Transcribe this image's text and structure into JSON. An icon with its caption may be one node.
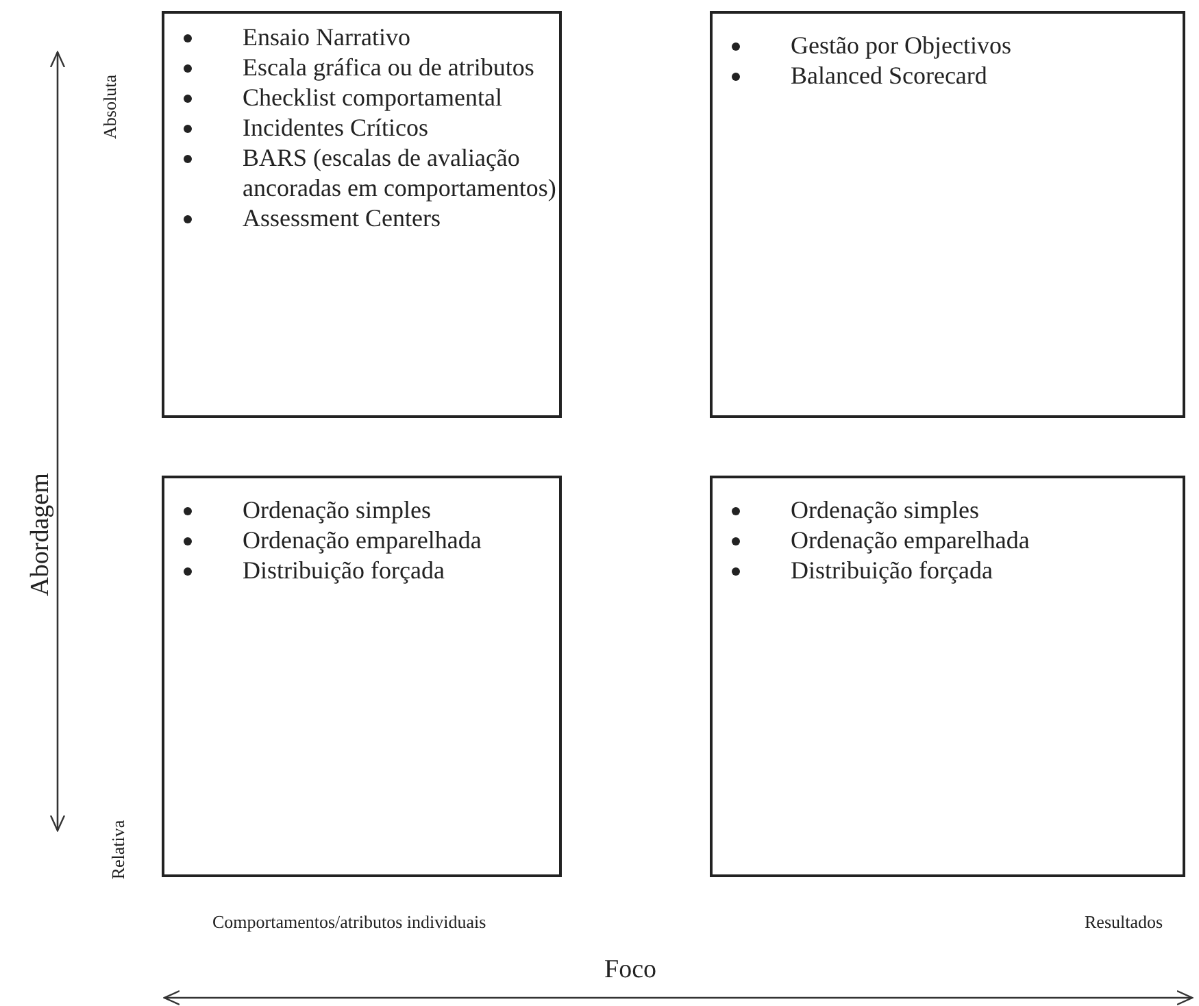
{
  "diagram": {
    "nodes": [
      {
        "text": [
          "Ensaio Narrativo",
          "Escala gráfica ou de atributos",
          "Checklist comportamental",
          "Incidentes Críticos",
          "BARS (escalas de avaliação ancoradas em comportamentos)",
          "Assessment Centers"
        ]
      },
      {
        "text": [
          "Gestão por Objectivos",
          "Balanced Scorecard"
        ]
      },
      {
        "text": [
          "Ordenação simples",
          "Ordenação emparelhada",
          "Distribuição forçada"
        ]
      },
      {
        "text": [
          "Ordenação simples",
          "Ordenação emparelhada",
          "Distribuição forçada"
        ]
      }
    ],
    "labels": [
      "Absoluta",
      "Abordagem",
      "Relativa",
      "Comportamentos/atributos individuais",
      "Resultados",
      "Foco"
    ]
  }
}
